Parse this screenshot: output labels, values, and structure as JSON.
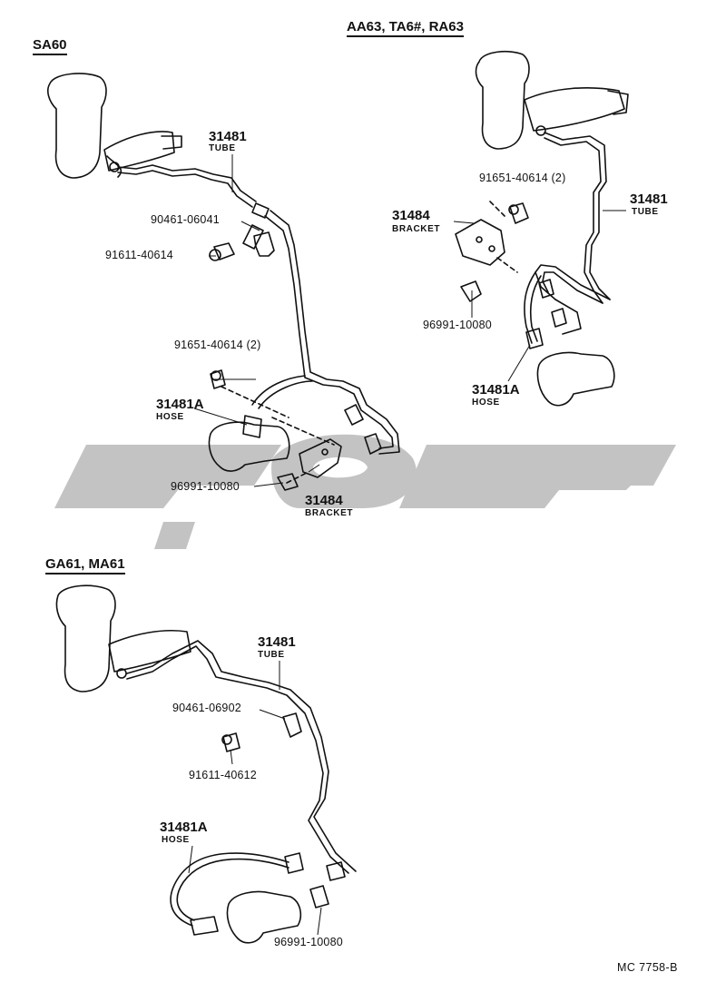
{
  "sections": {
    "sa60": "SA60",
    "aa63": "AA63, TA6#, RA63",
    "ga61": "GA61, MA61"
  },
  "sa60": {
    "tube_no": "31481",
    "tube_label": "TUBE",
    "clip_no": "90461-06041",
    "bolt_no": "91611-40614",
    "bolt2_no": "91651-40614 (2)",
    "hose_no": "31481A",
    "hose_label": "HOSE",
    "clip2_no": "96991-10080",
    "bracket_no": "31484",
    "bracket_label": "BRACKET"
  },
  "aa63": {
    "bolt_no": "91651-40614 (2)",
    "bracket_no": "31484",
    "bracket_label": "BRACKET",
    "tube_no": "31481",
    "tube_label": "TUBE",
    "clip_no": "96991-10080",
    "hose_no": "31481A",
    "hose_label": "HOSE"
  },
  "ga61": {
    "tube_no": "31481",
    "tube_label": "TUBE",
    "clip_no": "90461-06902",
    "bolt_no": "91611-40612",
    "hose_no": "31481A",
    "hose_label": "HOSE",
    "clip2_no": "96991-10080"
  },
  "footer": "MC 7758-B"
}
